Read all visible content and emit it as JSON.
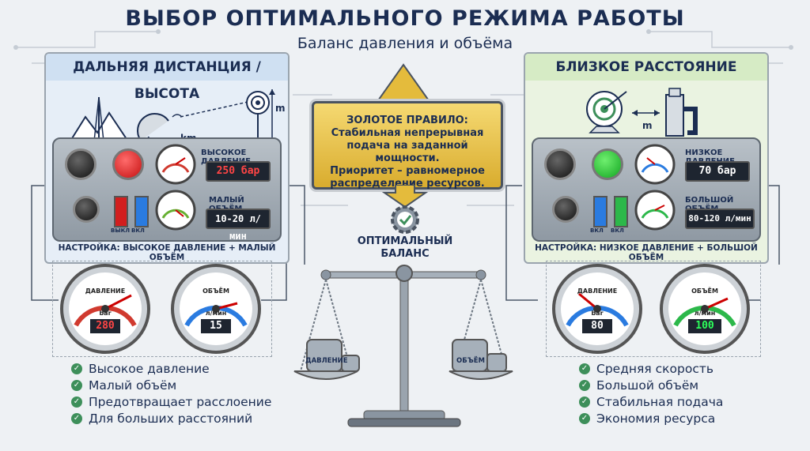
{
  "title": "ВЫБОР ОПТИМАЛЬНОГО РЕЖИМА РАБОТЫ",
  "subtitle": "Баланс давления и объёма",
  "left": {
    "header": "ДАЛЬНЯЯ ДИСТАНЦИЯ / ВЫСОТА",
    "distance_unit": "km",
    "height_unit": "m",
    "pressure_label": "ВЫСОКОЕ ДАВЛЕНИЕ",
    "pressure_value": "250 бар",
    "volume_label": "МАЛЫЙ ОБЪЁМ",
    "volume_value": "10-20 л/мин",
    "setting": "НАСТРОЙКА: ВЫСОКОЕ ДАВЛЕНИЕ + МАЛЫЙ ОБЪЁМ",
    "switch_labels": [
      "ВЫКЛ",
      "ВКЛ"
    ],
    "gauge1": {
      "label": "ДАВЛЕНИЕ",
      "unit": "bar",
      "value": "280"
    },
    "gauge2": {
      "label": "ОБЪЁМ",
      "unit": "л/мин",
      "value": "15"
    },
    "list": [
      "Высокое давление",
      "Малый объём",
      "Предотвращает расслоение",
      "Для больших расстояний"
    ]
  },
  "right": {
    "header": "БЛИЗКОЕ РАССТОЯНИЕ",
    "distance_unit": "m",
    "pressure_label": "НИЗКОЕ ДАВЛЕНИЕ",
    "pressure_value": "70 бар",
    "volume_label": "БОЛЬШОЙ ОБЪЁМ",
    "volume_value": "80-120 л/мин",
    "setting": "НАСТРОЙКА: НИЗКОЕ ДАВЛЕНИЕ + БОЛЬШОЙ ОБЪЁМ",
    "switch_labels": [
      "ВКЛ",
      "ВКЛ"
    ],
    "gauge1": {
      "label": "ДАВЛЕНИЕ",
      "unit": "bar",
      "value": "80"
    },
    "gauge2": {
      "label": "ОБЪЁМ",
      "unit": "л/мин",
      "value": "100"
    },
    "list": [
      "Средняя скорость",
      "Большой объём",
      "Стабильная подача",
      "Экономия ресурса"
    ]
  },
  "center": {
    "rule_title": "ЗОЛОТОЕ ПРАВИЛО:",
    "rule_line1": "Стабильная непрерывная",
    "rule_line2": "подача на заданной мощности.",
    "rule_line3": "Приоритет – равномерное",
    "rule_line4": "распределение ресурсов.",
    "balance_line1": "ОПТИМАЛЬНЫЙ",
    "balance_line2": "БАЛАНС",
    "weight_left": "ДАВЛЕНИЕ",
    "weight_right": "ОБЪЁМ"
  },
  "colors": {
    "left_header": "#cfe0f2",
    "right_header": "#d6ebc5",
    "left_bg": "#e6eef7",
    "right_bg": "#eaf3e1",
    "gold": "#e4bb3c",
    "navy": "#1b2d52"
  }
}
